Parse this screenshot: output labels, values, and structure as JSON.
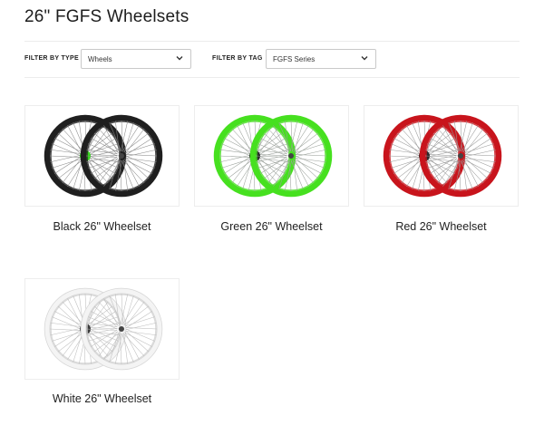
{
  "page": {
    "title": "26\" FGFS Wheelsets"
  },
  "filters": {
    "type": {
      "label": "FILTER BY TYPE",
      "value": "Wheels"
    },
    "tag": {
      "label": "FILTER BY TAG",
      "value": "FGFS Series"
    }
  },
  "products": [
    {
      "name": "Black 26\" Wheelset",
      "rim_color": "#1f1f1f",
      "spoke_color": "#8a8a8a",
      "hub_color": "#35d61c"
    },
    {
      "name": "Green 26\" Wheelset",
      "rim_color": "#46e01f",
      "spoke_color": "#9aa09a",
      "hub_color": "#2a2a2a"
    },
    {
      "name": "Red 26\" Wheelset",
      "rim_color": "#c8141c",
      "spoke_color": "#9a9a9a",
      "hub_color": "#2a2a2a"
    },
    {
      "name": "White 26\" Wheelset",
      "rim_color": "#f4f4f4",
      "spoke_color": "#bdbdbd",
      "hub_color": "#3a3a3a"
    }
  ],
  "icons": {
    "select_arrow": "chevron-down-icon"
  }
}
